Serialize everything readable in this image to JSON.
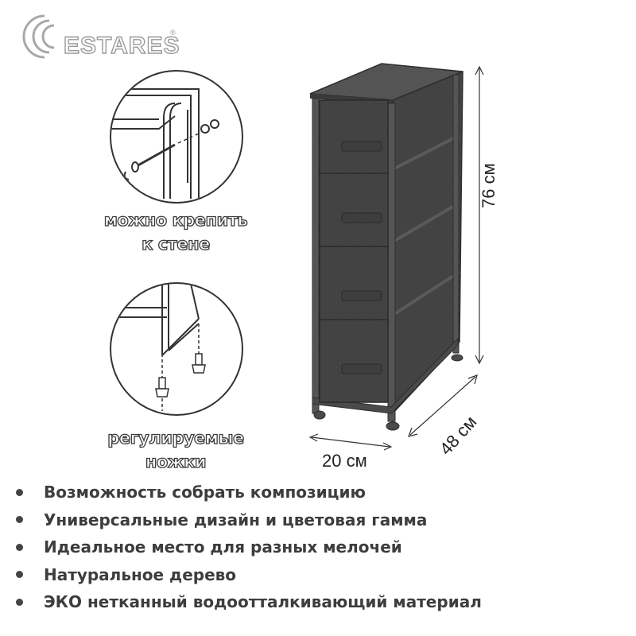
{
  "brand": {
    "name": "ESTARES",
    "mark": "®"
  },
  "callouts": [
    {
      "caption_line1": "можно крепить",
      "caption_line2": "к стене"
    },
    {
      "caption_line1": "регулируемые",
      "caption_line2": "ножки"
    }
  ],
  "dimensions": {
    "height": "76 см",
    "depth": "48 см",
    "width": "20 см"
  },
  "features": [
    "Возможность собрать композицию",
    "Универсальные дизайн и цветовая гамма",
    "Идеальное место для разных мелочей",
    "Натуральное дерево",
    "ЭКО нетканный водоотталкивающий материал"
  ],
  "colors": {
    "fabric": "#454545",
    "frame": "#3a3a3a",
    "top": "#4f4f4f",
    "logo": "#9a9a9a"
  }
}
